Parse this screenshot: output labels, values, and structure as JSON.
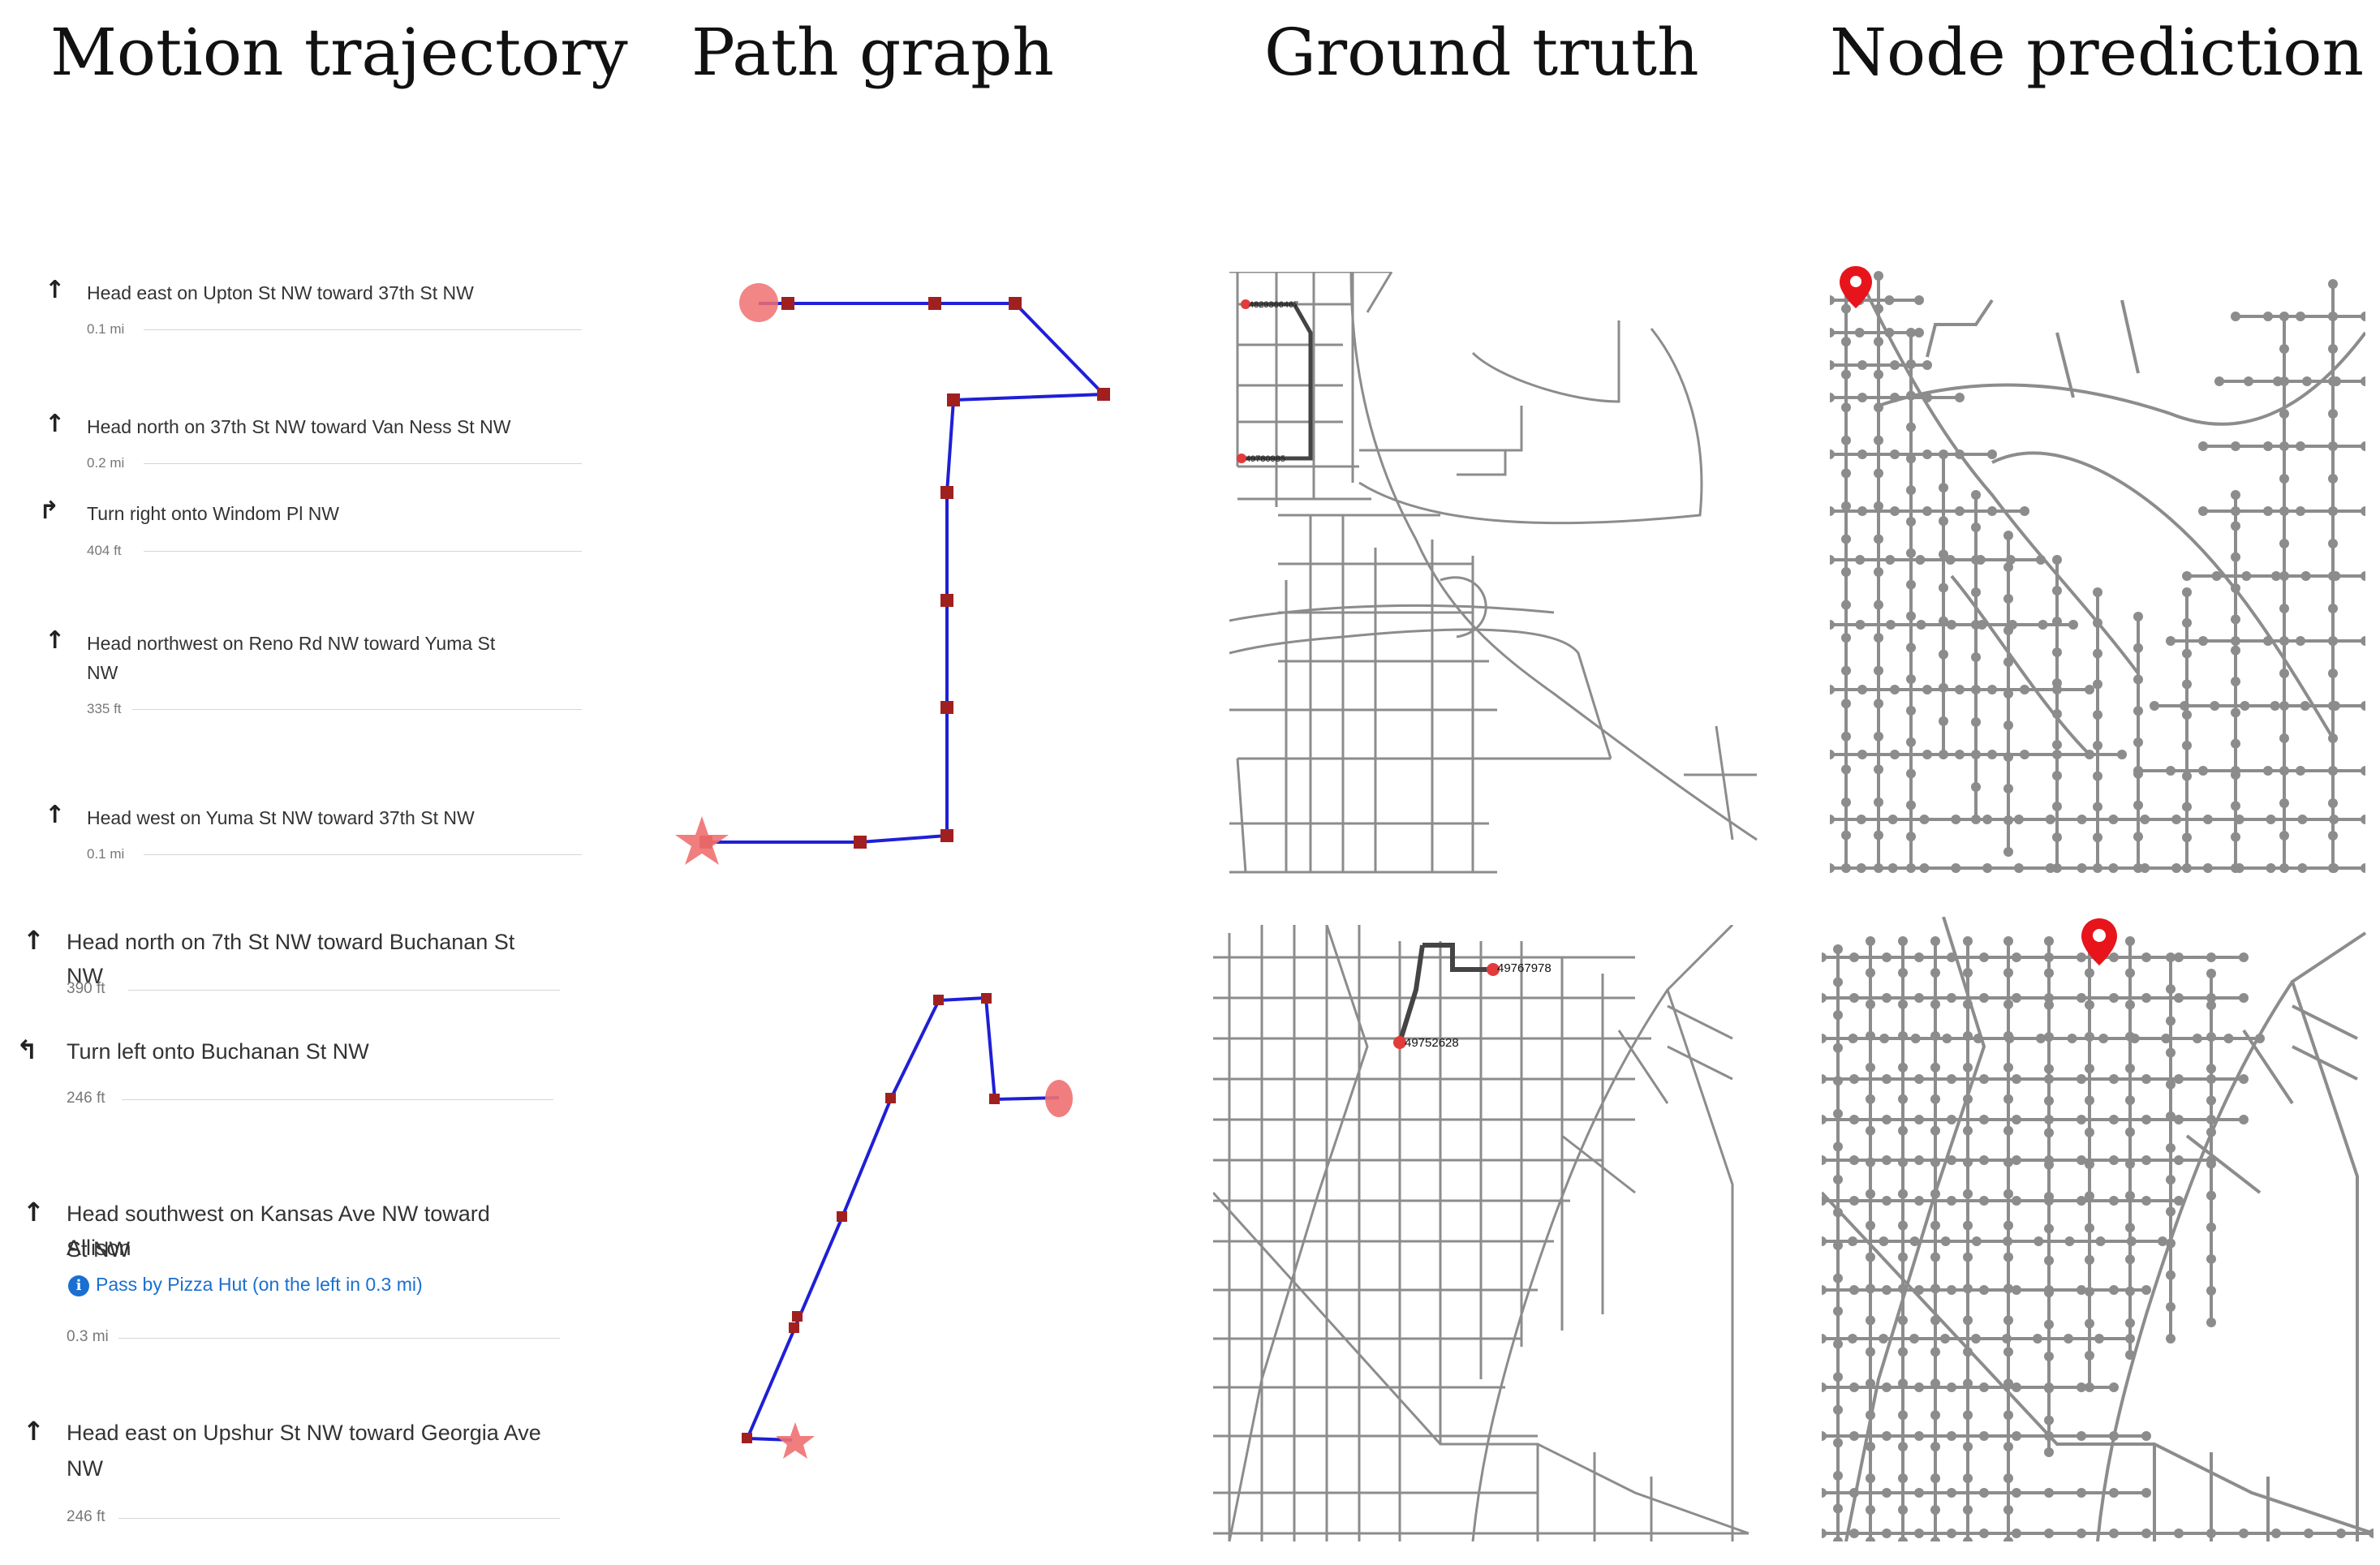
{
  "titles": {
    "motion": "Motion trajectory",
    "path": "Path graph",
    "truth": "Ground truth",
    "pred": "Node prediction"
  },
  "route_top": [
    {
      "icon": "arrow-up-icon",
      "text": "Head east on Upton St NW toward 37th St NW",
      "dist": "0.1 mi"
    },
    {
      "icon": "arrow-up-icon",
      "text": "Head north on 37th St NW toward Van Ness St NW",
      "dist": "0.2 mi"
    },
    {
      "icon": "turn-right-icon",
      "text": "Turn right onto Windom Pl NW",
      "dist": "404 ft"
    },
    {
      "icon": "arrow-up-icon",
      "text": "Head northwest on Reno Rd NW toward Yuma St",
      "text2": "NW",
      "dist": "335 ft"
    },
    {
      "icon": "arrow-up-icon",
      "text": "Head west on Yuma St NW toward 37th St NW",
      "dist": "0.1 mi"
    }
  ],
  "route_bottom": [
    {
      "icon": "arrow-up-icon",
      "text": "Head north on 7th St NW toward Buchanan St NW",
      "dist": "390 ft"
    },
    {
      "icon": "turn-left-icon",
      "text": "Turn left onto Buchanan St NW",
      "dist": "246 ft"
    },
    {
      "icon": "arrow-up-icon",
      "text": "Head southwest on Kansas Ave NW toward Allison",
      "text2": "St NW",
      "info": "Pass by Pizza Hut (on the left in 0.3 mi)",
      "dist": "0.3 mi"
    },
    {
      "icon": "arrow-up-icon",
      "text": "Head east on Upshur St NW toward Georgia Ave",
      "text2": "NW",
      "dist": "246 ft"
    }
  ],
  "truth_labels": {
    "top_a": "4829366467",
    "top_b": "49780985",
    "bottom_a": "49767978",
    "bottom_b": "49752628"
  },
  "colors": {
    "path_line": "#1f1fd6",
    "path_node": "#a02020",
    "endpoint": "#f07070",
    "road": "#8c8c8c",
    "pin": "#e8141c"
  }
}
